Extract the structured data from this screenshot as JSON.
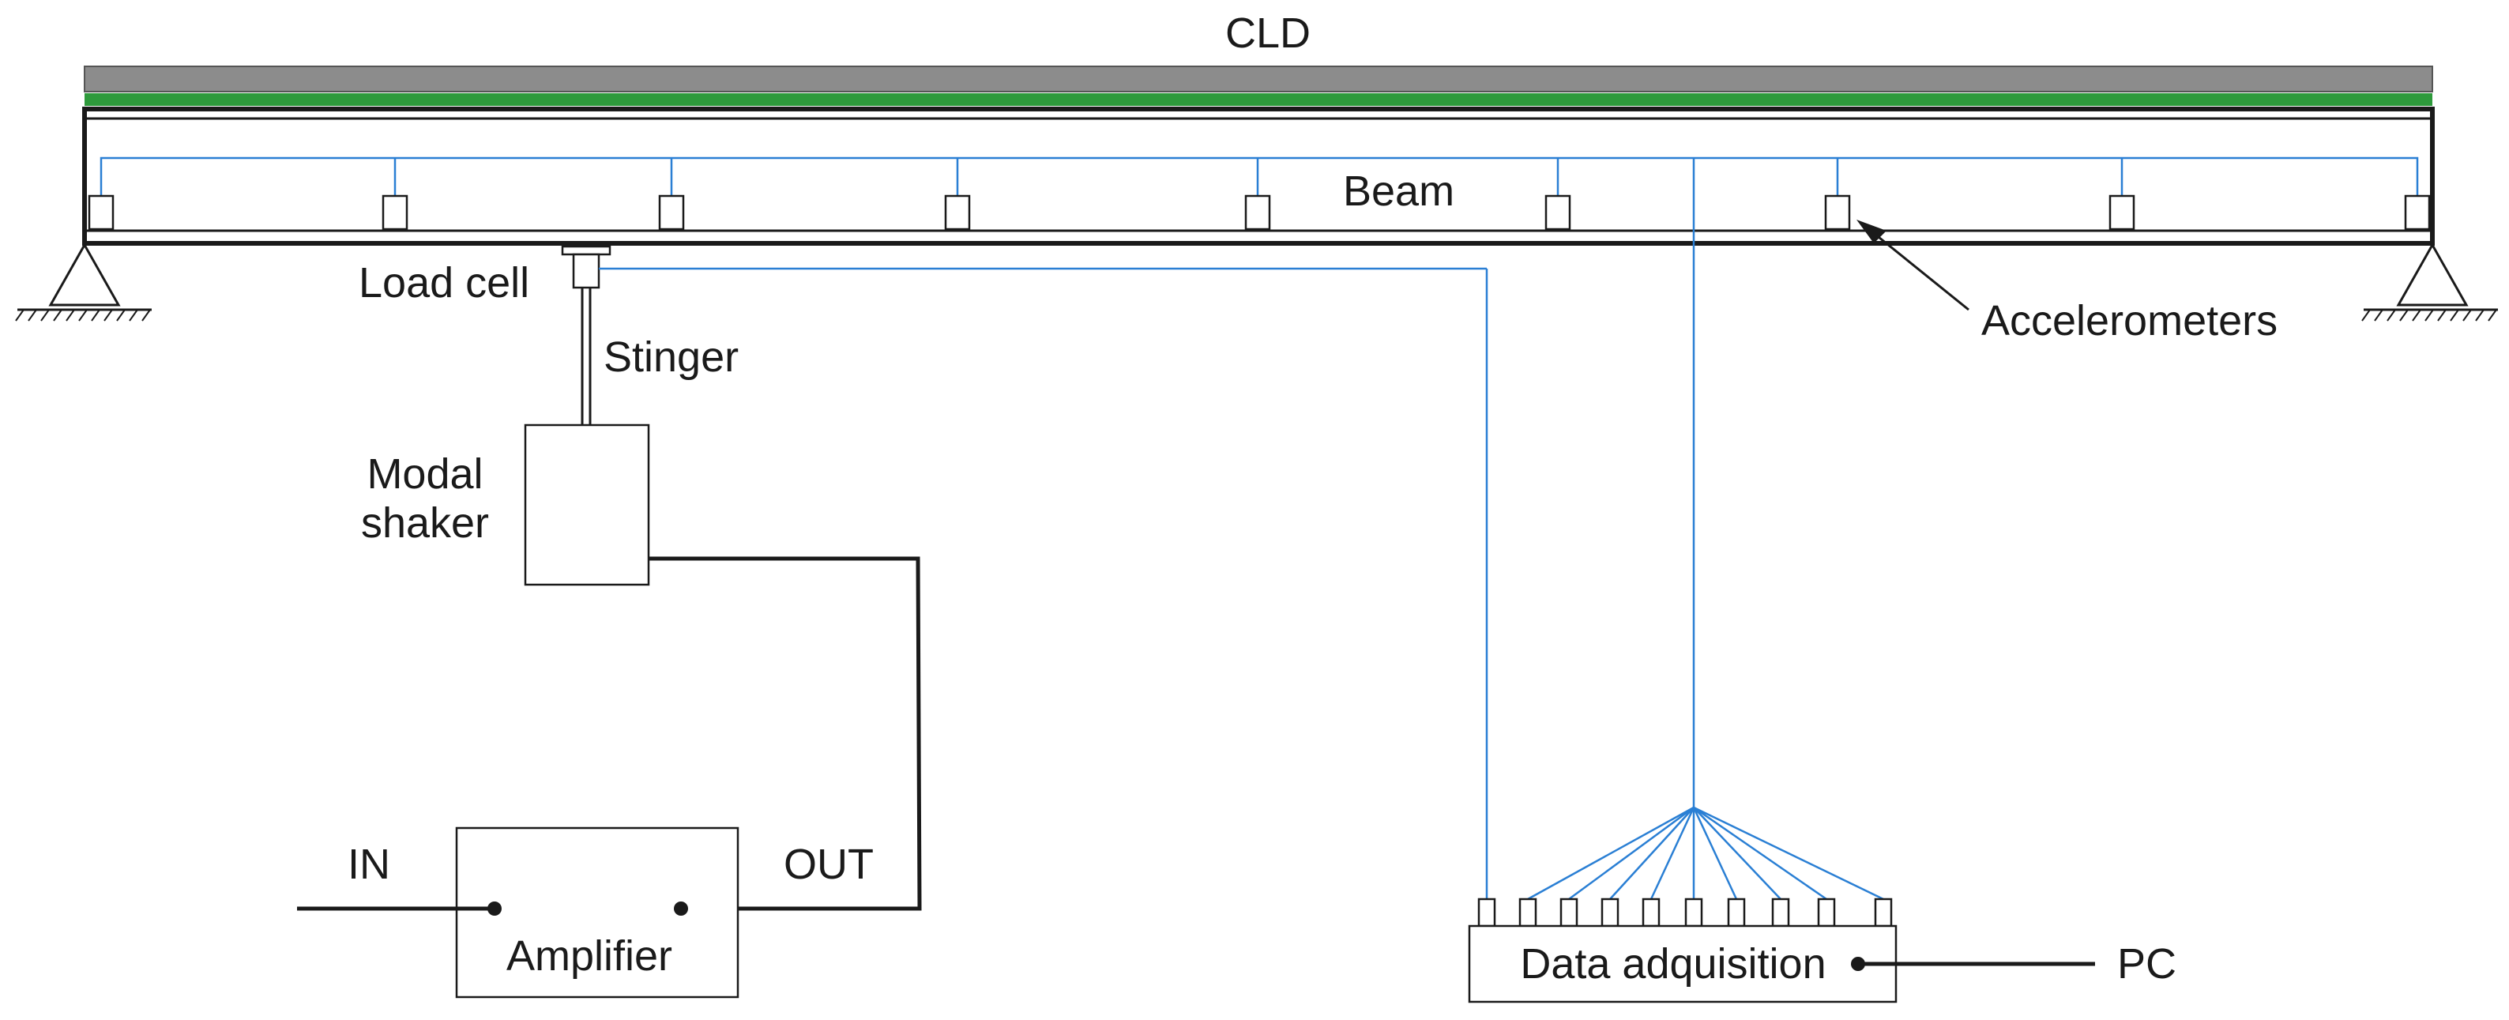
{
  "colors": {
    "cld": "#8c8c8c",
    "adhesive": "#2e9a3c",
    "wire": "#2a7fd4",
    "ink": "#1a1a1a"
  },
  "labels": {
    "cld": "CLD",
    "beam": "Beam",
    "load_cell": "Load cell",
    "stinger": "Stinger",
    "modal_shaker_1": "Modal",
    "modal_shaker_2": "shaker",
    "accelerometers": "Accelerometers",
    "amplifier": "Amplifier",
    "in": "IN",
    "out": "OUT",
    "data_acquisition": "Data adquisition",
    "pc": "PC"
  }
}
